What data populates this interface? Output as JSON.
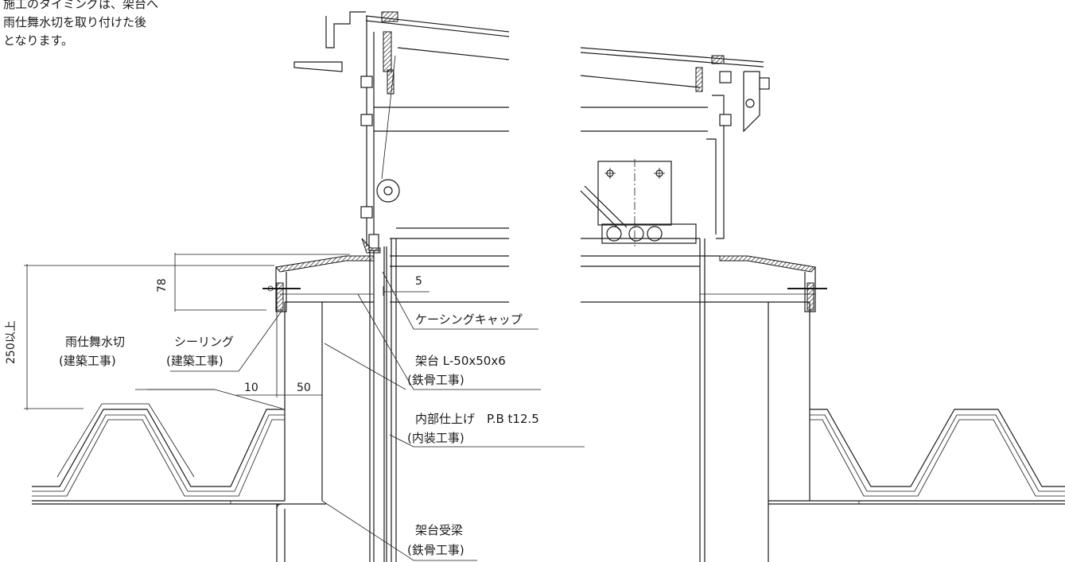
{
  "note": {
    "line1": "施工のタイミングは、架台へ",
    "line2": "雨仕舞水切を取り付けた後",
    "line3": "となります。"
  },
  "labels": {
    "flashing_name": "雨仕舞水切",
    "flashing_trade": "(建築工事)",
    "sealing_name": "シーリング",
    "sealing_trade": "(建築工事)",
    "casing_cap": "ケーシングキャップ",
    "frame_name": "架台 L-50x50x6",
    "frame_trade": "(鉄骨工事)",
    "finish_name": "内部仕上げ　P.B t12.5",
    "finish_trade": "(内装工事)",
    "beam_name": "架台受梁",
    "beam_trade": "(鉄骨工事)"
  },
  "dimensions": {
    "d78": "78",
    "d5": "5",
    "d10": "10",
    "d50": "50",
    "d250": "250以上"
  }
}
